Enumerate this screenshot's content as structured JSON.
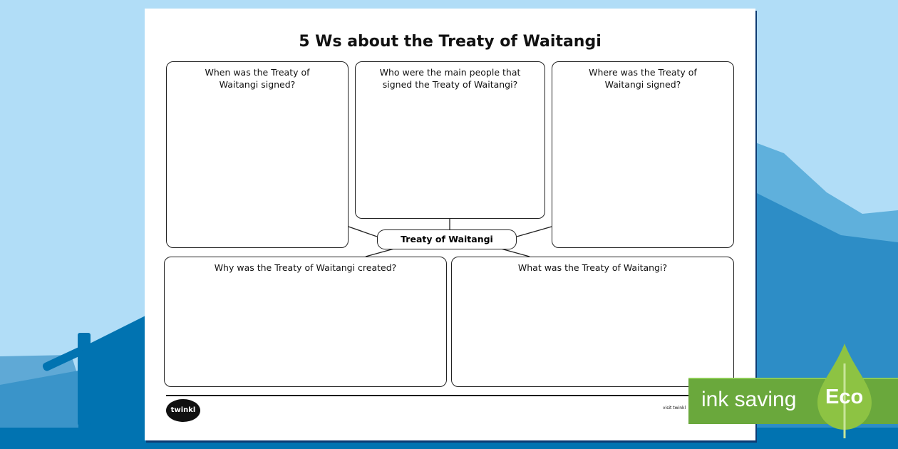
{
  "worksheet": {
    "title": "5 Ws about the Treaty of Waitangi",
    "center_label": "Treaty of Waitangi",
    "questions": [
      "When was the Treaty of Waitangi signed?",
      "Who were the main people that signed the Treaty of Waitangi?",
      "Where was the Treaty of Waitangi signed?",
      "Why was the Treaty of Waitangi created?",
      "What was the Treaty of Waitangi?"
    ],
    "footer_logo": "twinkl",
    "footer_text": "visit twinkl"
  },
  "badge": {
    "label": "ink saving",
    "eco": "Eco",
    "color": "#6aa83c",
    "leaf_color": "#8dc343"
  },
  "colors": {
    "sky": "#b1ddf7",
    "ground": "#0173b1",
    "hills": "#4fa6d5"
  }
}
